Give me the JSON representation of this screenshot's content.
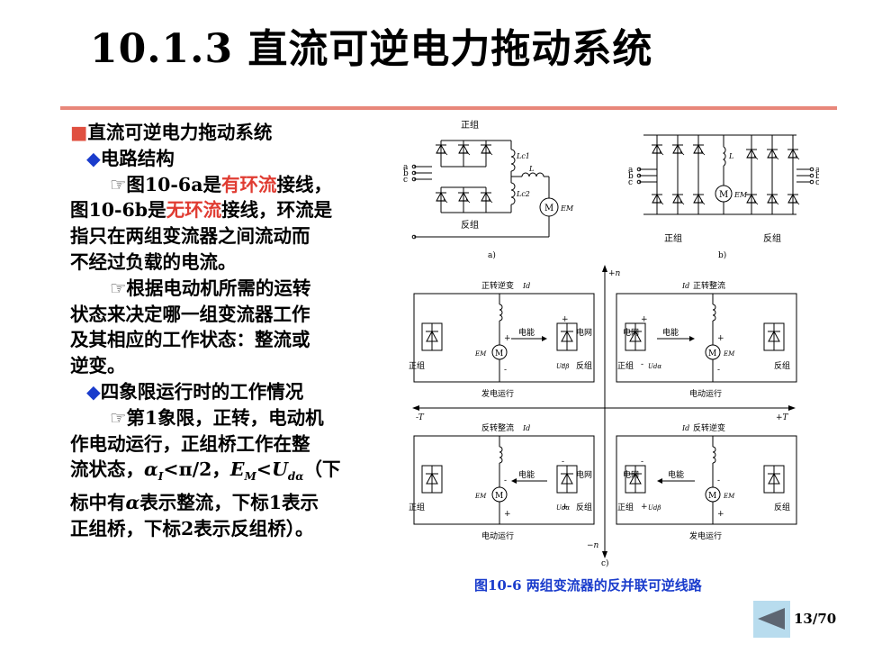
{
  "slide": {
    "title": "10.1.3 直流可逆电力拖动系统",
    "page": "13/70"
  },
  "body": {
    "l1_marker": "■",
    "l1_text": "直流可逆电力拖动系统",
    "diamond": "◆",
    "hand": "☞",
    "l2a": "电路结构",
    "p1_a": "图10-6a是",
    "p1_b": "有环流",
    "p1_c": "接线，",
    "p2_a": "图10-6b是",
    "p2_b": "无环流",
    "p2_c": "接线，环流是",
    "p3": "指只在两组变流器之间流动而",
    "p4": "不经过负载的电流。",
    "p5": "根据电动机所需的运转",
    "p6": "状态来决定哪一组变流器工作",
    "p7": "及其相应的工作状态：整流或",
    "p8": "逆变。",
    "l2b": "四象限运行时的工作情况",
    "p9": "第1象限，正转，电动机",
    "p10": "作电动运行，正组桥工作在整",
    "p11_a": "流状态，",
    "p11_alpha": "α",
    "p11_sub1": "I",
    "p11_b": "<π/2，",
    "p11_E": "E",
    "p11_M": "M",
    "p11_lt": "<",
    "p11_U": "U",
    "p11_da": "dα",
    "p11_c": "（下",
    "p12_a": "标中有",
    "p12_alpha": "α",
    "p12_b": "表示整流，下标1表示",
    "p13": "正组桥，下标2表示反组桥）。"
  },
  "figure": {
    "caption": "图10-6 两组变流器的反并联可逆线路",
    "a": {
      "label": "a)",
      "top_group": "正组",
      "bottom_group": "反组",
      "phases": [
        "a",
        "b",
        "c"
      ],
      "Lc1": "Lc1",
      "Lc2": "Lc2",
      "L": "L",
      "motor": "M",
      "em": "EM"
    },
    "b": {
      "label": "b)",
      "left_group": "正组",
      "right_group": "反组",
      "phases": [
        "a",
        "b",
        "c"
      ],
      "L": "L",
      "motor": "M",
      "em": "EM"
    },
    "c": {
      "label": "c)",
      "axis_pos_n": "+n",
      "axis_neg_n": "−n",
      "axis_pos_T": "+T",
      "axis_neg_T": "-T",
      "q2_top": "正转逆变",
      "q2_bottom": "发电运行",
      "q1_top": "正转整流",
      "q1_bottom": "电动运行",
      "q3_top": "反转整流",
      "q3_bottom": "电动运行",
      "q4_top": "反转逆变",
      "q4_bottom": "发电运行",
      "group_pos": "正组",
      "group_neg": "反组",
      "energy": "电能",
      "grid": "电网",
      "Id": "Id",
      "motor": "M",
      "em": "EM",
      "u_db": "Udβ",
      "u_da": "Udα",
      "plus": "+",
      "minus": "-"
    }
  }
}
